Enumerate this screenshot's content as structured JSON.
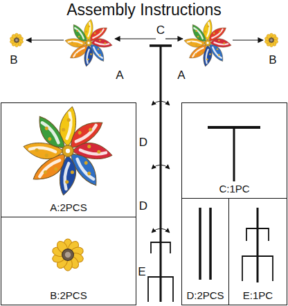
{
  "diagram": {
    "title": "Assembly Instructions",
    "nodes": [
      {
        "text": [
          "A:2PCS"
        ]
      },
      {
        "text": [
          "C:1PC"
        ]
      },
      {
        "text": [
          "B:2PCS"
        ]
      },
      {
        "text": [
          "D:2PCS"
        ]
      },
      {
        "text": [
          "E:1PC"
        ]
      }
    ],
    "labels": [
      "C",
      "B",
      "B",
      "A",
      "A",
      "D",
      "D",
      "E"
    ]
  }
}
